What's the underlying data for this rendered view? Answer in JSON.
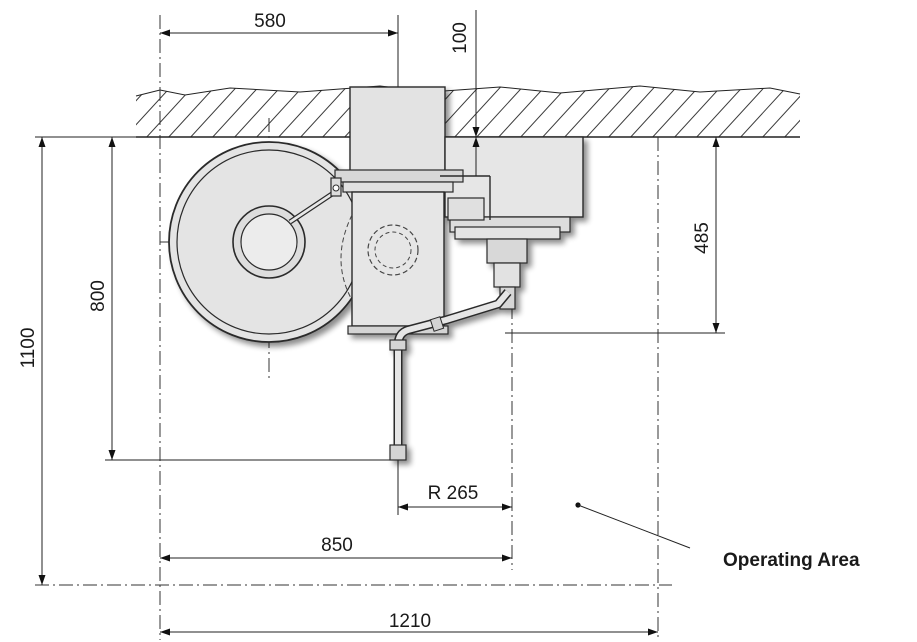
{
  "dimensions": {
    "top_width": "580",
    "top_offset": "100",
    "right_height": "485",
    "left_inner_height": "800",
    "left_outer_height": "1100",
    "radius": "R 265",
    "mid_width": "850",
    "bottom_width": "1210"
  },
  "labels": {
    "operating_area": "Operating Area"
  },
  "colors": {
    "machine_fill": "#e6e6e6",
    "machine_dark": "#d2d2d2",
    "shadow": "#b8b8b8",
    "line": "#222222"
  }
}
